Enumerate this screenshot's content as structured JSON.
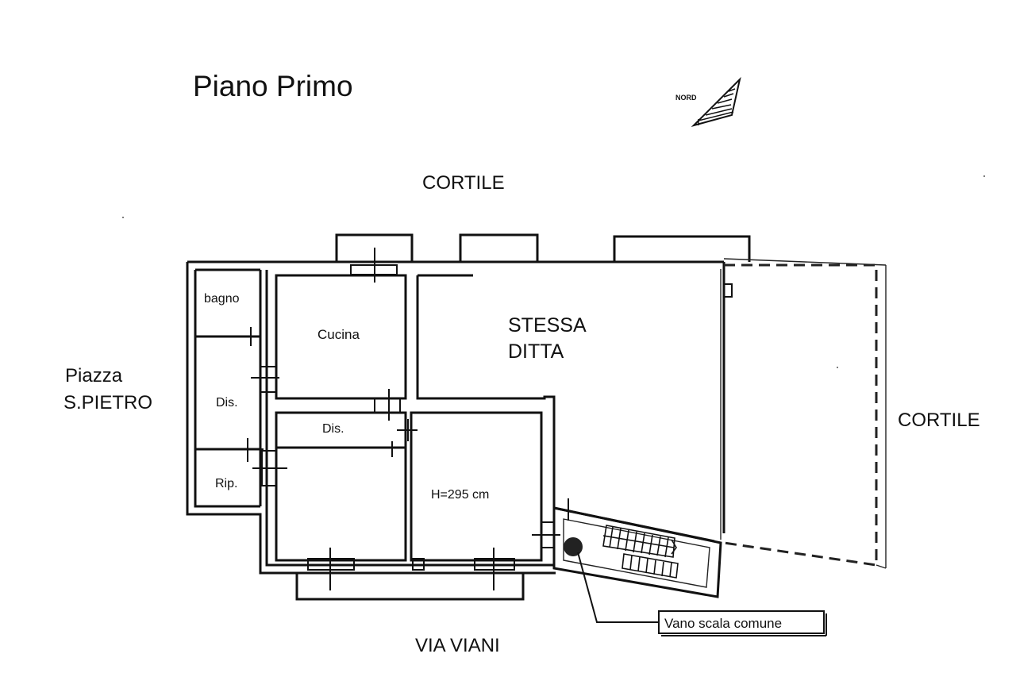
{
  "title": "Piano Primo",
  "compass_label": "NORD",
  "labels": {
    "top_courtyard": "CORTILE",
    "right_courtyard": "CORTILE",
    "street_bottom": "VIA VIANI",
    "square_line1": "Piazza",
    "square_line2": "S.PIETRO"
  },
  "rooms": {
    "bagno": "bagno",
    "cucina": "Cucina",
    "dis_left": "Dis.",
    "dis_middle": "Dis.",
    "rip": "Rip.",
    "height": "H=295 cm",
    "stessa_line1": "STESSA",
    "stessa_line2": "DITTA"
  },
  "callout": "Vano scala comune"
}
